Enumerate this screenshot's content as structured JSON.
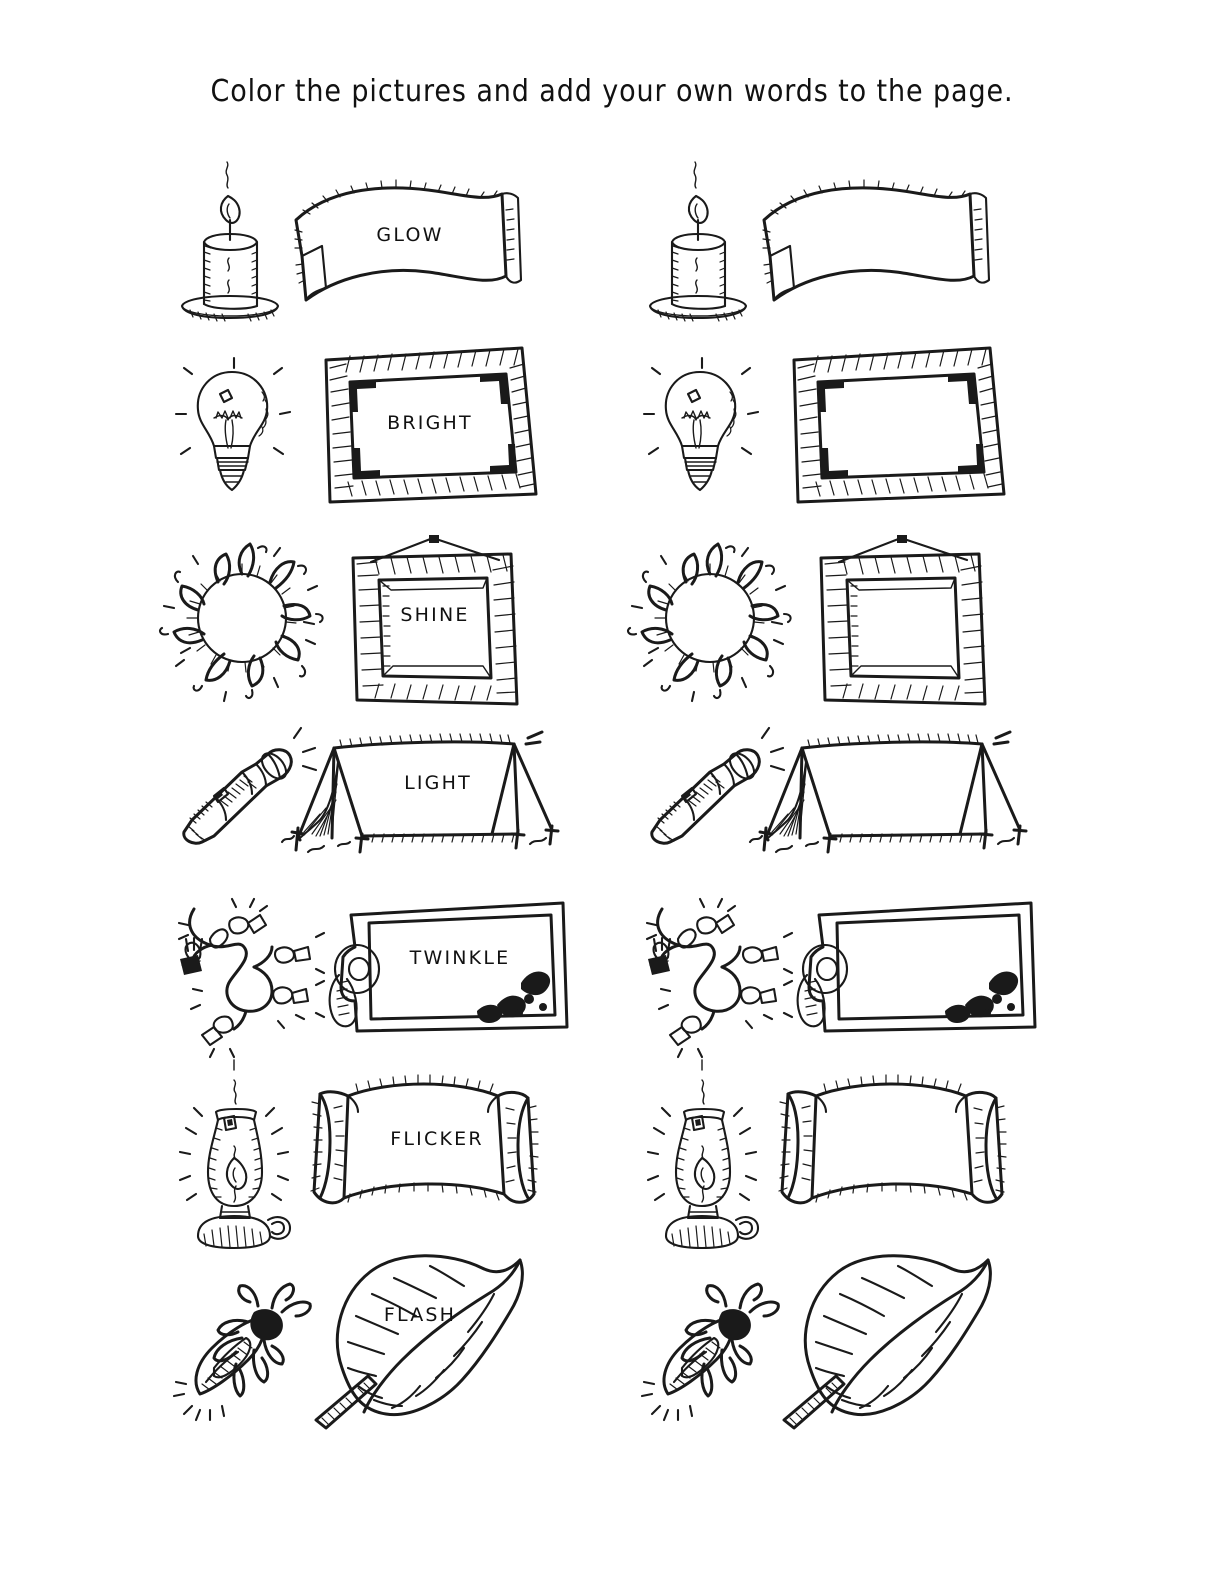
{
  "page": {
    "title": "Color the pictures and add your own words to the page.",
    "ink_color": "#1a1a1a",
    "background_color": "#ffffff"
  },
  "worksheet": {
    "columns": 2,
    "left_column_has_words": true,
    "right_column_has_words": false,
    "rows": [
      {
        "icon": "candle-icon",
        "holder": "banner-wavy",
        "word": "GLOW"
      },
      {
        "icon": "lightbulb-icon",
        "holder": "frame-hatched",
        "word": "BRIGHT"
      },
      {
        "icon": "sun-icon",
        "holder": "frame-hanging",
        "word": "SHINE"
      },
      {
        "icon": "flashlight-icon",
        "holder": "tent",
        "word": "LIGHT"
      },
      {
        "icon": "string-lights-icon",
        "holder": "gift-tag",
        "word": "TWINKLE"
      },
      {
        "icon": "oil-lamp-icon",
        "holder": "scroll",
        "word": "FLICKER"
      },
      {
        "icon": "firefly-icon",
        "holder": "leaf",
        "word": "FLASH"
      }
    ],
    "blank_words": [
      "",
      "",
      "",
      "",
      "",
      "",
      ""
    ]
  }
}
